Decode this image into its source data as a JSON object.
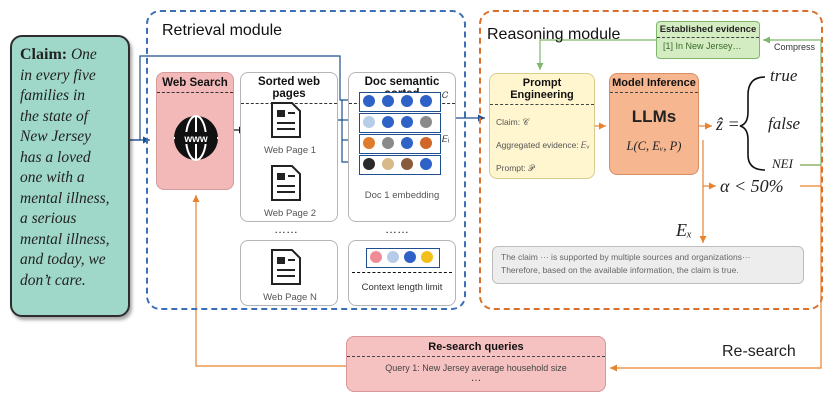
{
  "claim": {
    "label": "Claim:",
    "lines": [
      "One",
      "in every five",
      "families in",
      "the state of",
      "New Jersey",
      "has a loved",
      "one with a",
      "mental illness,",
      "a serious",
      "mental illness,",
      "and today, we",
      "don’t care."
    ]
  },
  "retrieval": {
    "title": "Retrieval module",
    "web_search": "Web Search",
    "www": "www",
    "sorted_pages_title": "Sorted web pages",
    "page1": "Web Page 1",
    "page2": "Web Page 2",
    "ellipsis": "……",
    "pageN": "Web Page N",
    "doc_sorted_title": "Doc semantic sorted",
    "doc_embedding": "Doc 1 embedding",
    "context_limit": "Context length limit",
    "c_label": "𝐶",
    "ei_label": "𝐸ᵢ"
  },
  "reasoning": {
    "title": "Reasoning module",
    "established_title": "Established evidence",
    "established_item": "[1]  In New Jersey…",
    "compress": "Compress",
    "prompt_title": "Prompt Engineering",
    "prompt_claim": "Claim: 𝒞",
    "prompt_evidence": "Aggregated evidence: 𝐸ᵥ",
    "prompt_prompt": "Prompt: 𝒫",
    "model_title": "Model Inference",
    "llms": "LLMs",
    "formula": "L(C, Eᵥ, P)",
    "zhat": "ẑ =",
    "true": "true",
    "false": "false",
    "nei": "NEI",
    "alpha": "α < 50%",
    "ex": "Eₓ",
    "result_line1": "The claim ··· is supported by multiple sources and organizations···",
    "result_line2": "Therefore, based on the available information, the claim is true."
  },
  "research": {
    "label": "Re-search",
    "queries_title": "Re-search queries",
    "query1": "Query 1: New Jersey average household size",
    "ellipsis": "…"
  },
  "colors": {
    "blue": "#1f4f8f",
    "orange": "#e8822e",
    "green": "#7fb86b",
    "retrieval_border": "#3b6fb6",
    "reasoning_border": "#d9702e",
    "dot_blue": "#2f62c7",
    "dot_orange": "#e07b2c",
    "dot_brown": "#8a5a3c",
    "dot_tan": "#d8b98a",
    "dot_gray": "#8a8a8a",
    "dot_black": "#2a2a2a",
    "dot_pink": "#f08c95",
    "dot_yellow": "#f3c01b",
    "dot_lightblue": "#b7cce8"
  }
}
